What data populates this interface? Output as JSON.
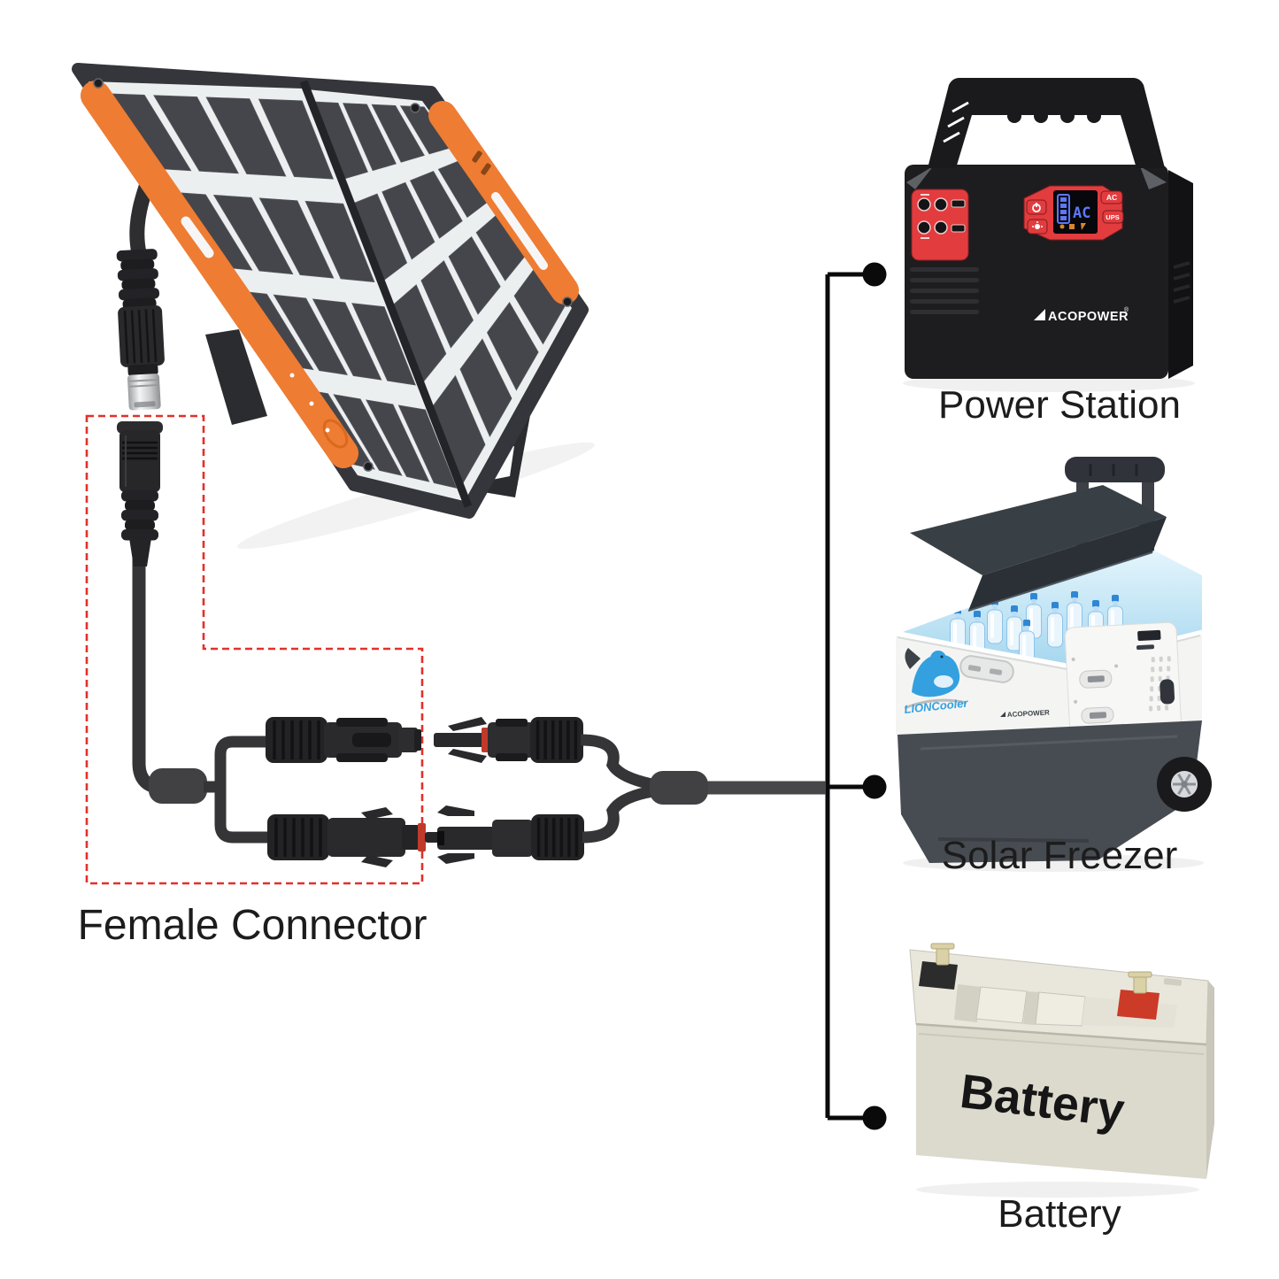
{
  "connector_section": {
    "label": "Female Connector",
    "highlight_color": "#e2312a"
  },
  "devices": {
    "power_station": {
      "label": "Power Station",
      "brand": "ACOPOWER",
      "brand_mark": "®",
      "screen_text": "AC",
      "button_ac": "AC",
      "button_ups": "UPS",
      "accent_color": "#e23c3f",
      "screen_color": "#5d77f5"
    },
    "solar_freezer": {
      "label": "Solar Freezer",
      "brand": "LIONCooler",
      "sub_brand": "ACOPOWER",
      "brand_color": "#34a0e0"
    },
    "battery": {
      "label": "Battery",
      "print": "Battery"
    }
  },
  "solar_panel": {
    "accent_color": "#ee7c33",
    "frame_color": "#35363b",
    "cell_color": "#45464b"
  },
  "wiring": {
    "wire_color": "#353538",
    "trunk_color": "#47474a",
    "bus_color": "#0a0a0a",
    "dot_color": "#0a0a0a"
  }
}
